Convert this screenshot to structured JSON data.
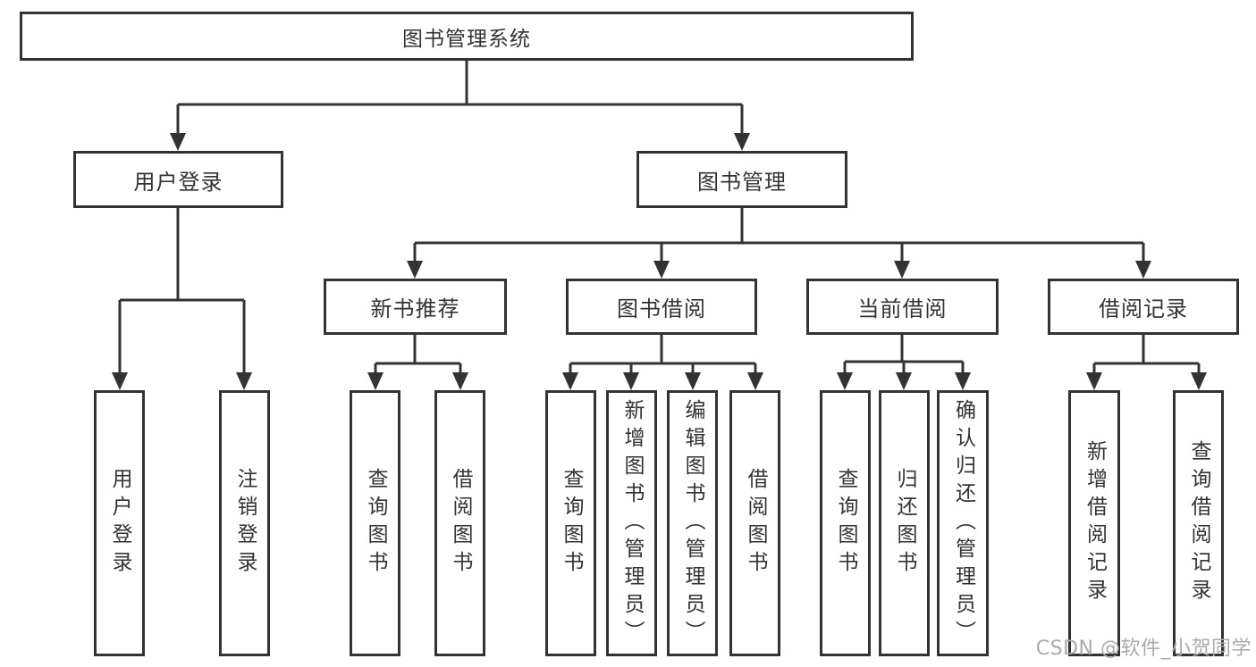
{
  "diagram": {
    "root": {
      "label": "图书管理系统",
      "children": [
        {
          "label": "用户登录",
          "children": [
            {
              "label": "用户登录"
            },
            {
              "label": "注销登录"
            }
          ]
        },
        {
          "label": "图书管理",
          "children": [
            {
              "label": "新书推荐",
              "children": [
                {
                  "label": "查询图书"
                },
                {
                  "label": "借阅图书"
                }
              ]
            },
            {
              "label": "图书借阅",
              "children": [
                {
                  "label": "查询图书"
                },
                {
                  "label": "新增图书（管理员）"
                },
                {
                  "label": "编辑图书（管理员）"
                },
                {
                  "label": "借阅图书"
                }
              ]
            },
            {
              "label": "当前借阅",
              "children": [
                {
                  "label": "查询图书"
                },
                {
                  "label": "归还图书"
                },
                {
                  "label": "确认归还（管理员）"
                }
              ]
            },
            {
              "label": "借阅记录",
              "children": [
                {
                  "label": "新增借阅记录"
                },
                {
                  "label": "查询借阅记录"
                }
              ]
            }
          ]
        }
      ]
    }
  },
  "watermark": {
    "text": "CSDN @软件_小贺同学"
  },
  "colors": {
    "line": "#333333",
    "box_border": "#333333",
    "box_background": "#ffffff",
    "text": "#333333",
    "watermark": "#ababab",
    "background": "#ffffff"
  }
}
